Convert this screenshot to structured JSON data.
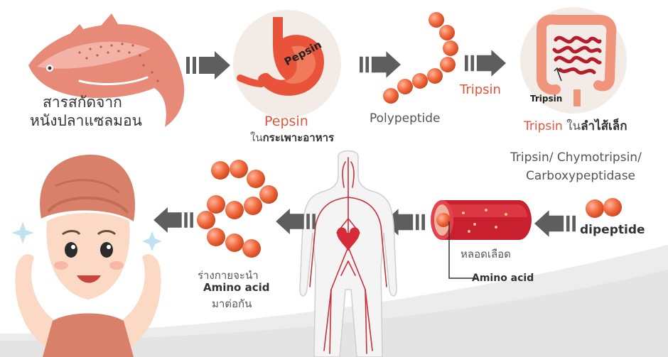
{
  "colors": {
    "accent": "#e8533a",
    "arrow": "#5e5e5e",
    "circle_bg": "#f3ebe6",
    "bead": "#f06a3e",
    "salmon": "#e88a78",
    "skin": "#fbd9c4",
    "towel": "#d8806a"
  },
  "labels": {
    "salmon_line1": "สารสกัดจาก",
    "salmon_line2": "หนังปลาแซลมอน",
    "pepsin_on_stomach": "Pepsin",
    "pepsin": "Pepsin",
    "pepsin_sub_prefix": "ใน",
    "pepsin_sub_bold": "กระเพาะอาหาร",
    "polypeptide": "Polypeptide",
    "tripsin_arrow": "Tripsin",
    "tripsin_in_intestine": "Tripsin",
    "tripsin_caption": "Tripsin",
    "tripsin_caption_mid": " ใน",
    "tripsin_caption_bold": "ลำไส้เล็ก",
    "enzymes_line1": "Tripsin/ Chymotripsin/",
    "enzymes_line2": "Carboxypeptidase",
    "dipeptide": "dipeptide",
    "blood_vessel": "หลอดเลือด",
    "amino_acid_pointer": "Amino acid",
    "body_line1": "ร่างกายจะนำ",
    "body_line2": "Amino acid",
    "body_line3": "มาต่อกัน"
  },
  "icons": [
    "fish-icon",
    "stomach-icon",
    "intestine-icon",
    "blood-vessel-icon",
    "human-body-icon",
    "woman-face-icon",
    "arrow-right-icon",
    "arrow-left-icon",
    "sparkle-icon",
    "amino-chain-icon"
  ]
}
